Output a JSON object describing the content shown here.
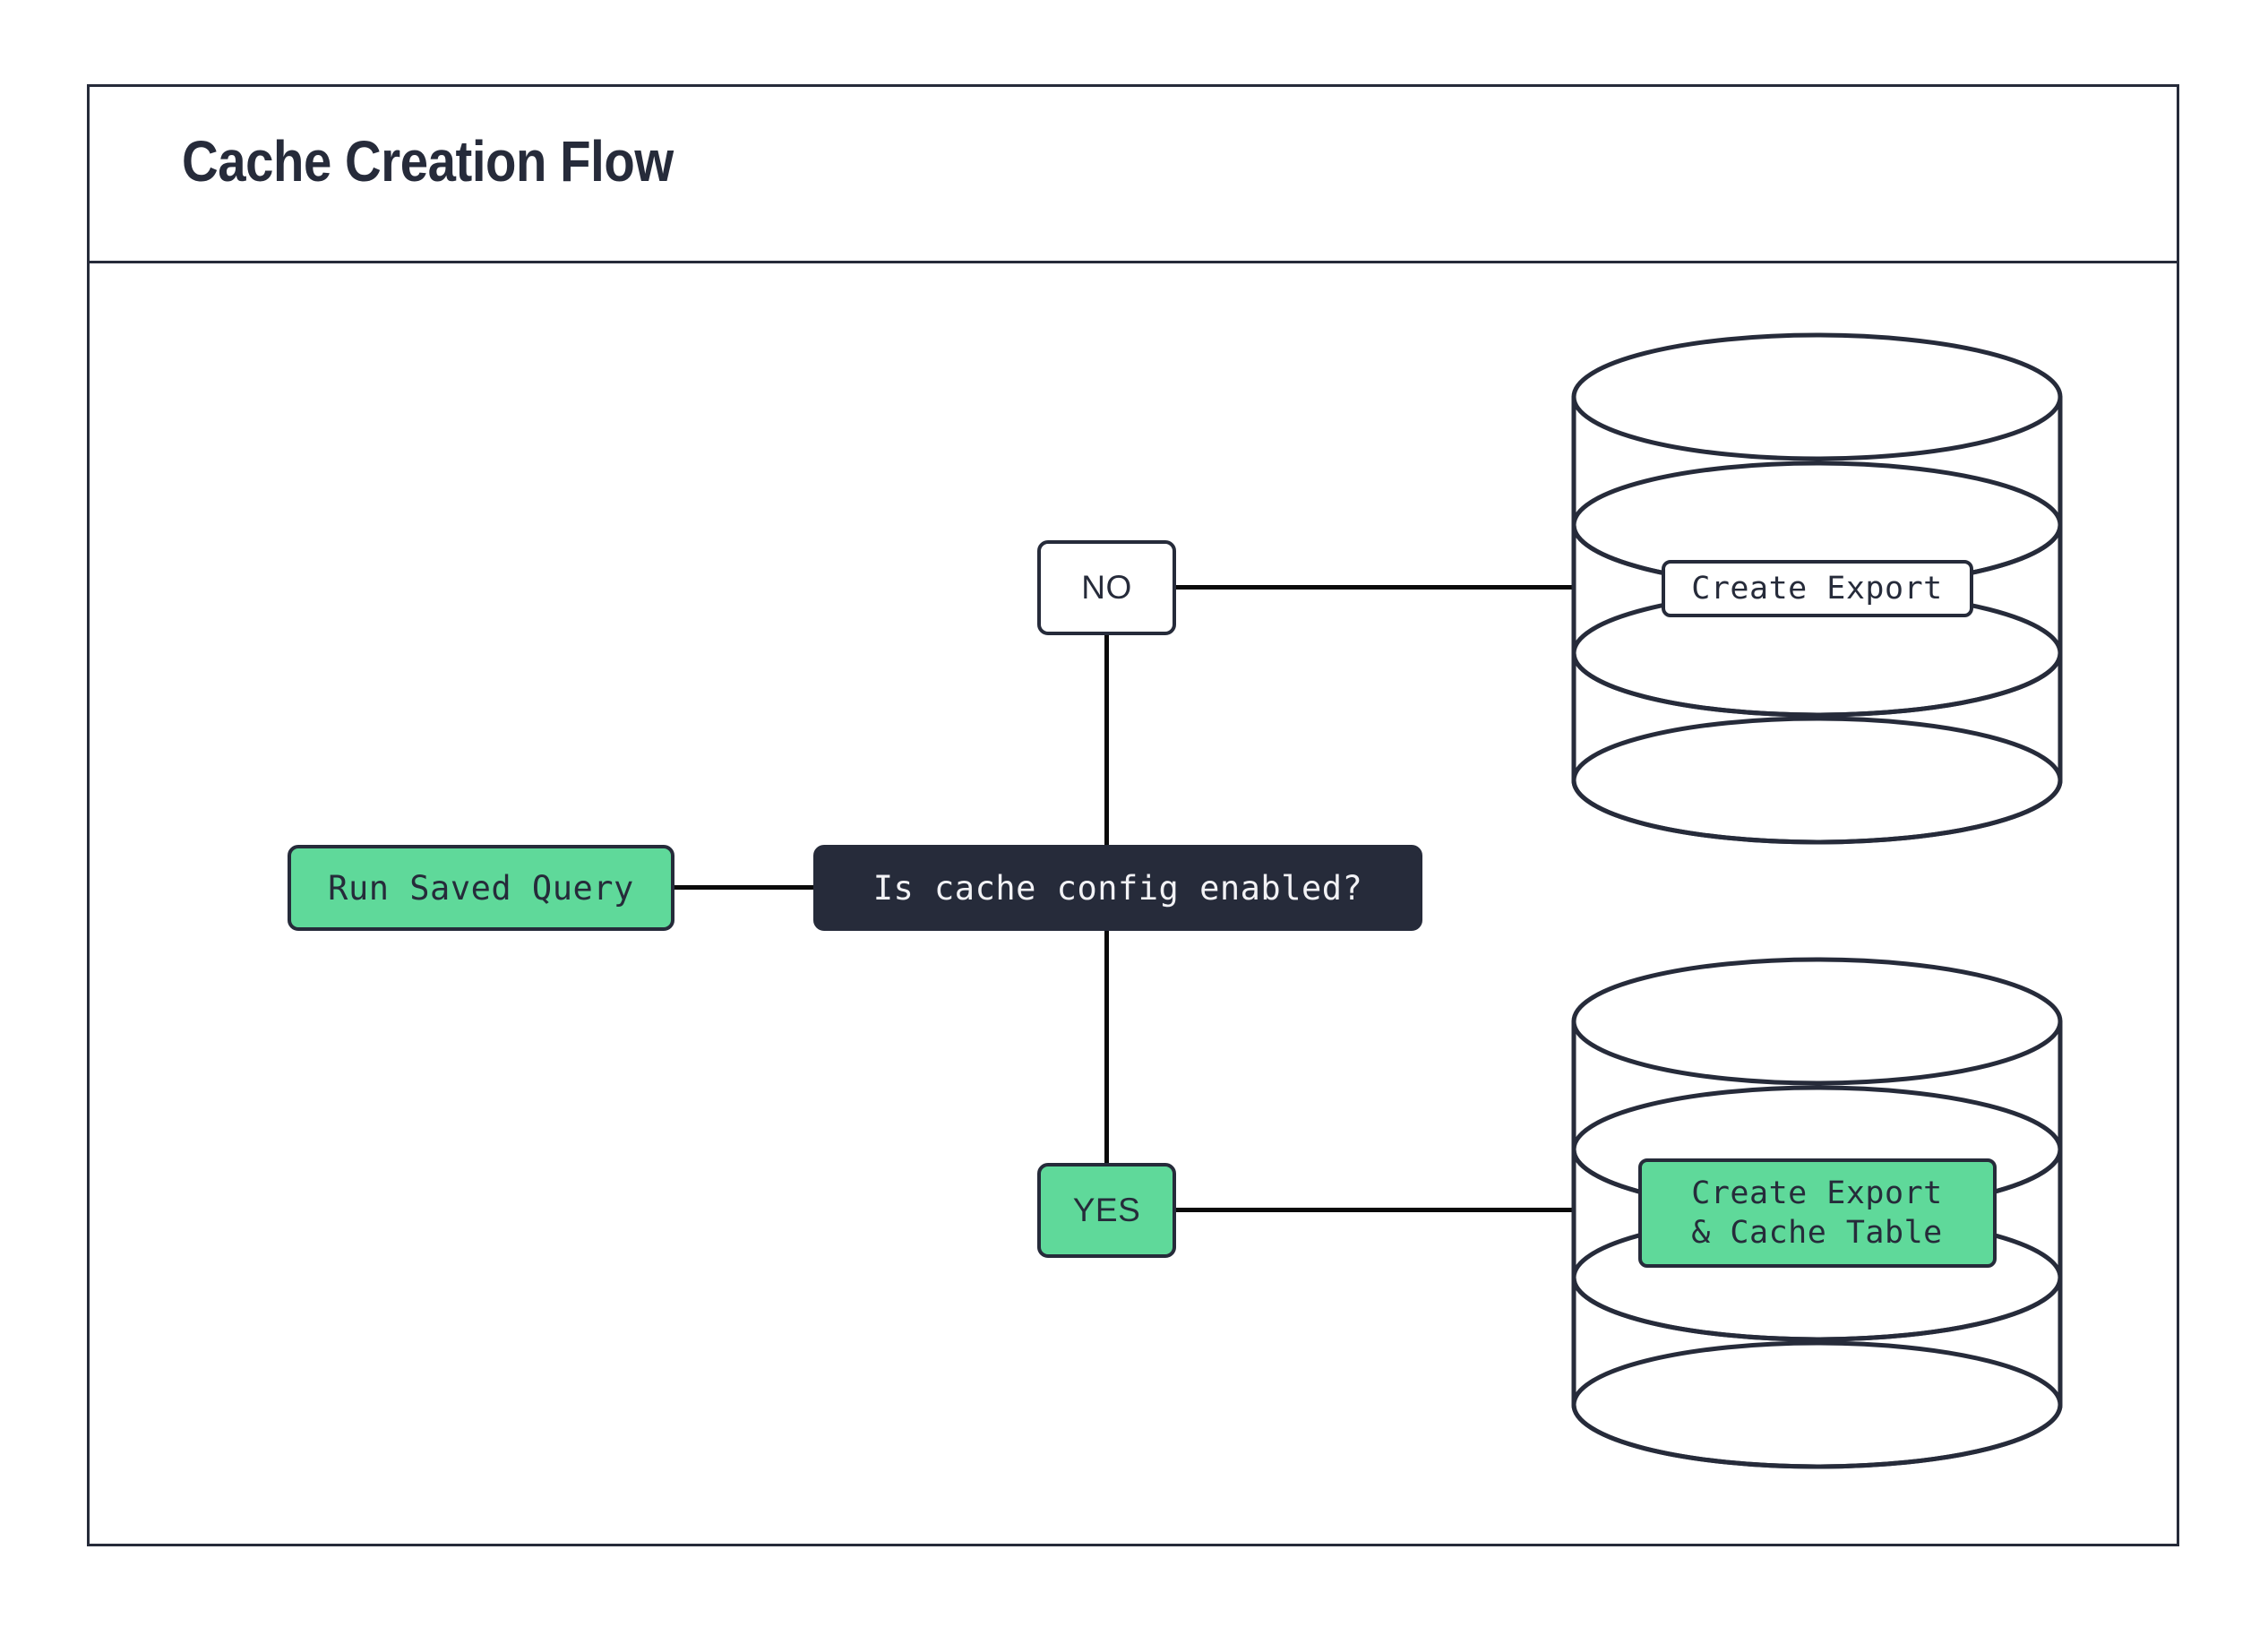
{
  "diagram": {
    "title": "Cache Creation Flow",
    "colors": {
      "ink": "#262b3a",
      "accent_green": "#5FD99A",
      "surface": "#ffffff",
      "edge": "#0a0a0a"
    },
    "nodes": {
      "run_saved_query": {
        "label": "Run Saved Query",
        "shape": "rounded-rect",
        "fill": "#5FD99A"
      },
      "decision": {
        "label": "Is cache config enabled?",
        "shape": "rounded-rect",
        "fill": "#262b3a"
      },
      "branch_no": {
        "label": "NO",
        "shape": "rounded-rect",
        "fill": "#ffffff"
      },
      "branch_yes": {
        "label": "YES",
        "shape": "rounded-rect",
        "fill": "#5FD99A"
      },
      "database_top": {
        "shape": "cylinder",
        "label": "Create Export",
        "label_fill": "#ffffff"
      },
      "database_bottom": {
        "shape": "cylinder",
        "label_line_1": "Create Export",
        "label_line_2": "& Cache Table",
        "label_fill": "#5FD99A"
      }
    },
    "edges": [
      {
        "from": "run_saved_query",
        "to": "decision",
        "orientation": "horizontal"
      },
      {
        "from": "decision",
        "to": "branch_no",
        "orientation": "vertical"
      },
      {
        "from": "branch_no",
        "to": "database_top",
        "orientation": "horizontal"
      },
      {
        "from": "decision",
        "to": "branch_yes",
        "orientation": "vertical"
      },
      {
        "from": "branch_yes",
        "to": "database_bottom",
        "orientation": "horizontal"
      }
    ]
  }
}
